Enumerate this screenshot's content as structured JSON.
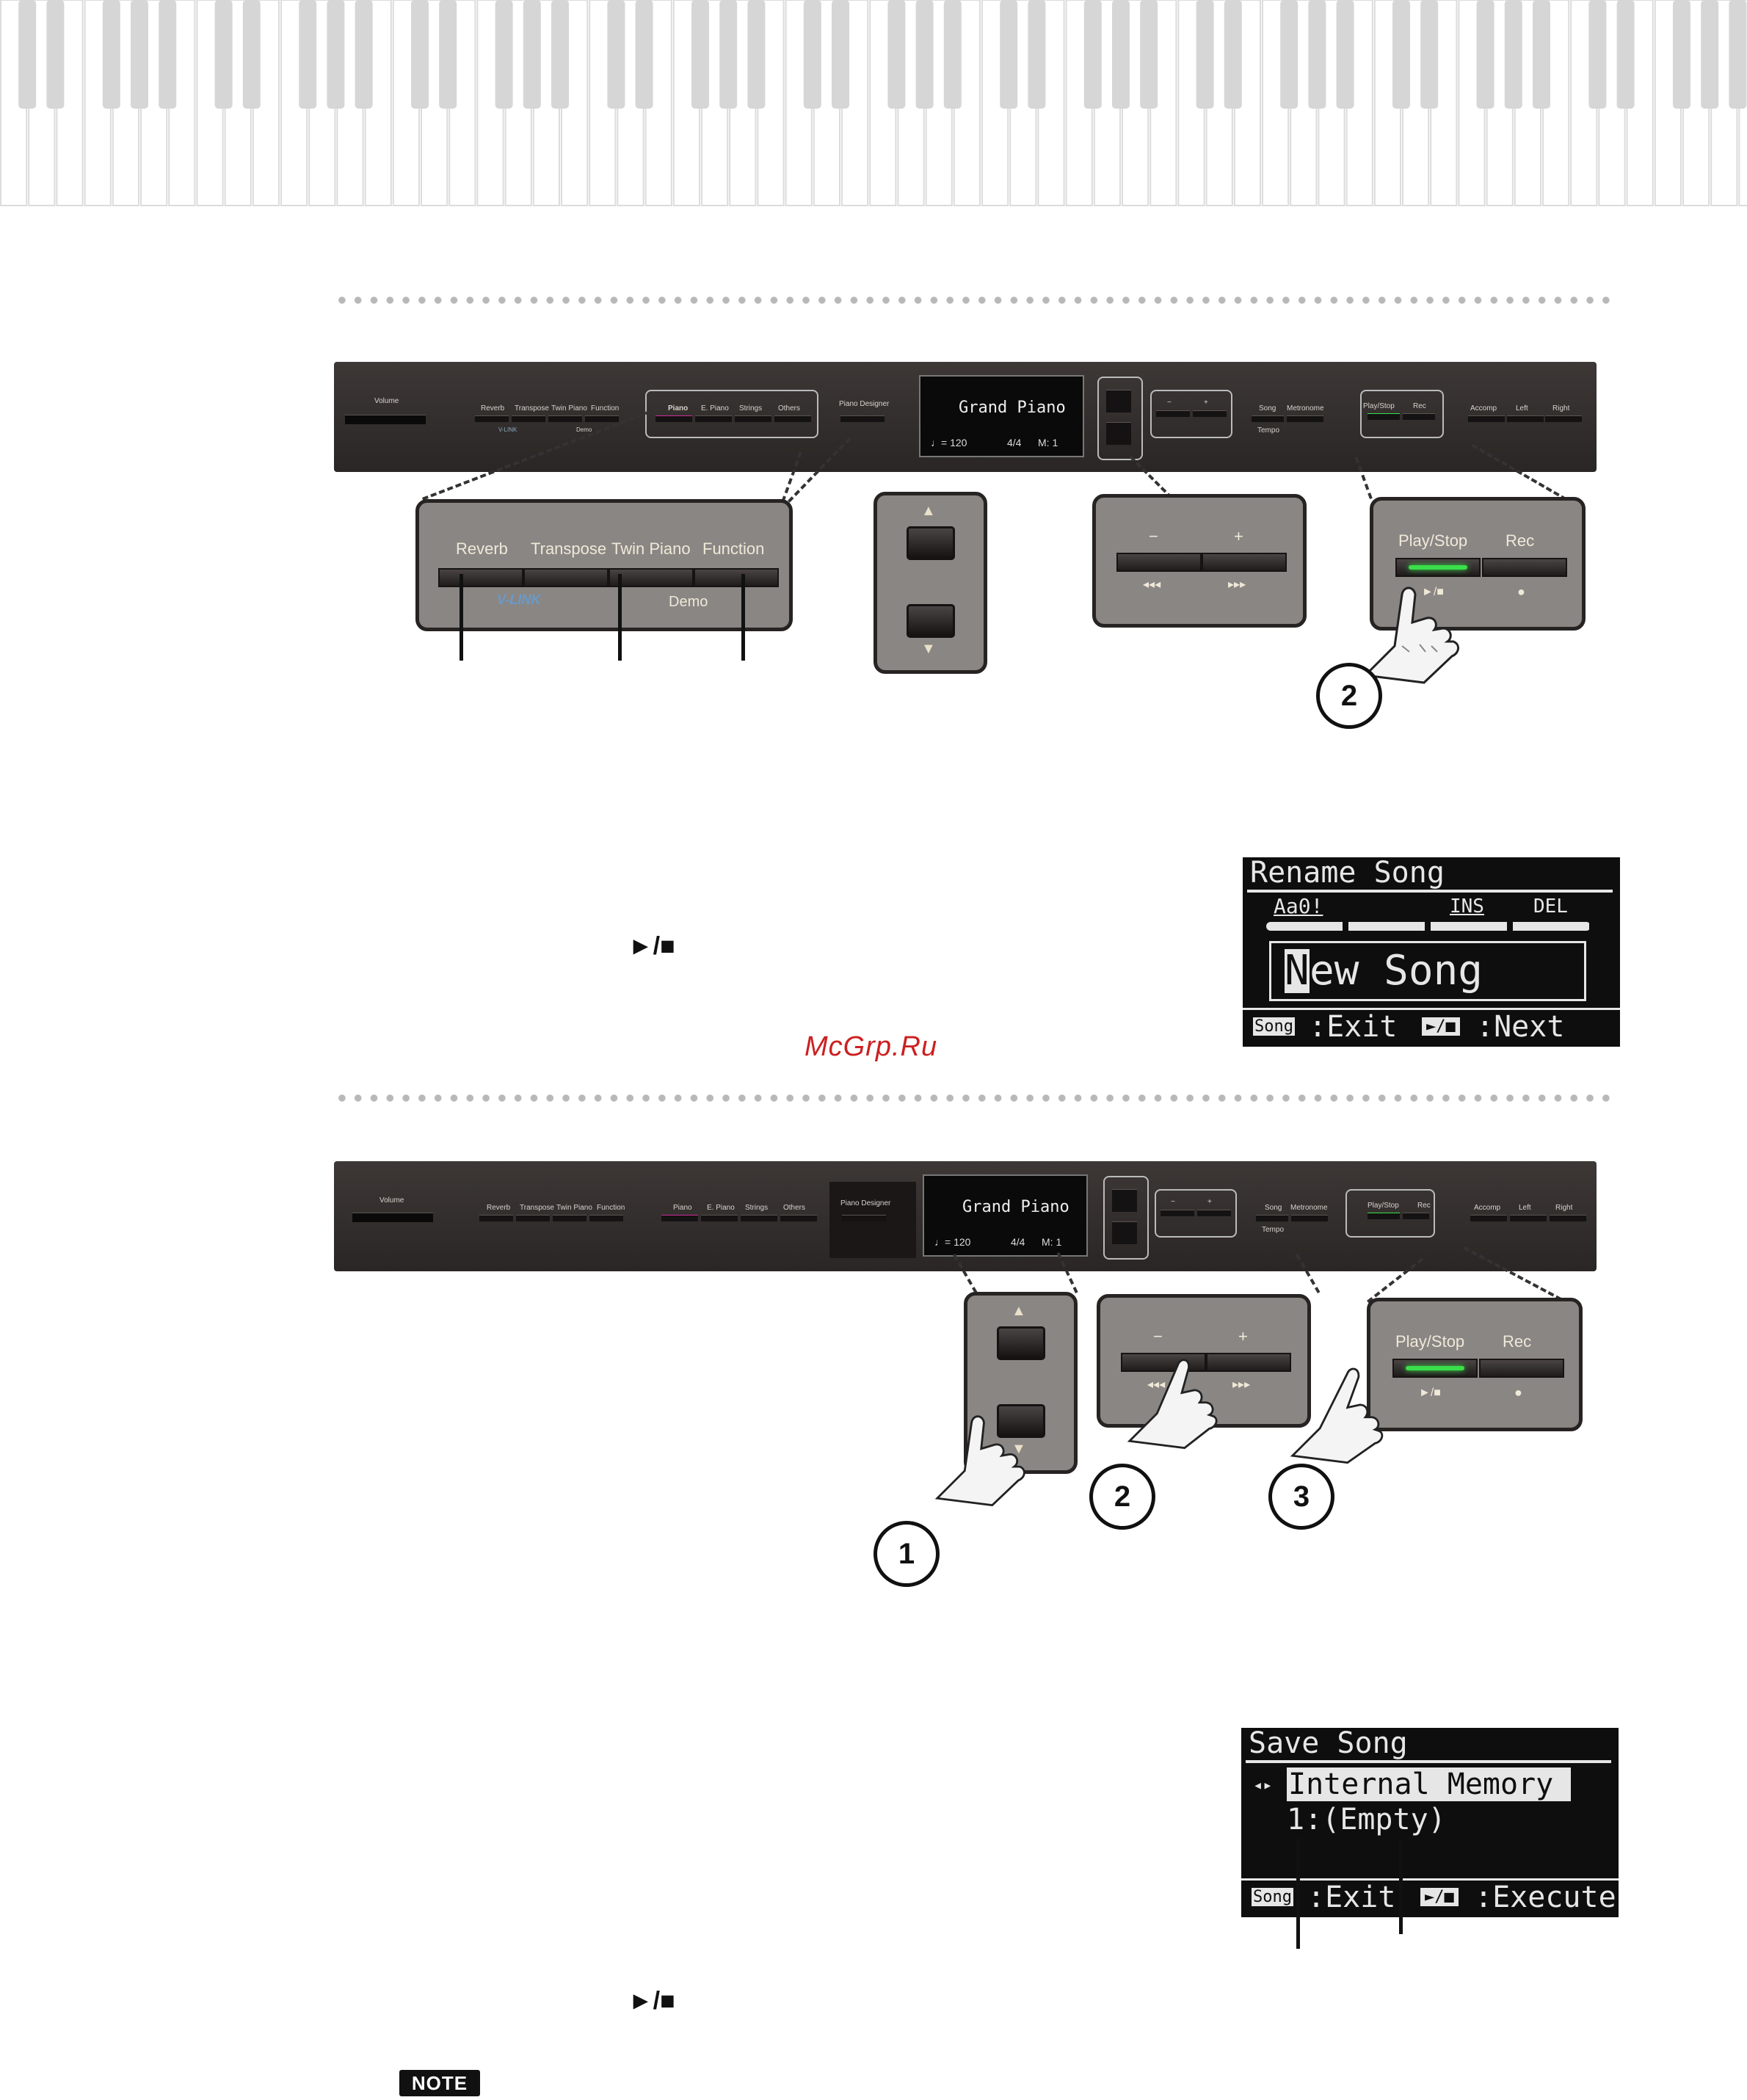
{
  "panel": {
    "volume": "Volume",
    "reverb": "Reverb",
    "transpose": "Transpose",
    "twin_piano": "Twin Piano",
    "function": "Function",
    "vlink": "V-LINK",
    "demo": "Demo",
    "piano": "Piano",
    "epiano": "E. Piano",
    "strings": "Strings",
    "others": "Others",
    "piano_designer": "Piano Designer",
    "display_tone": "Grand Piano",
    "display_tempo": "♩= 120",
    "display_beat": "4/4",
    "display_measure": "M:  1",
    "minus": "−",
    "plus": "+",
    "song": "Song",
    "metronome": "Metronome",
    "tempo": "Tempo",
    "play_stop": "Play/Stop",
    "rec": "Rec",
    "accomp": "Accomp",
    "left": "Left",
    "right": "Right"
  },
  "callouts": {
    "reverb": "Reverb",
    "transpose": "Transpose",
    "twin_piano": "Twin Piano",
    "function": "Function",
    "vlink": "V-LINK",
    "demo": "Demo",
    "minus": "−",
    "plus": "+",
    "rew": "◂◂◂",
    "ff": "▸▸▸",
    "play_stop": "Play/Stop",
    "rec": "Rec",
    "play_symbol": "►/■",
    "rec_symbol": "●",
    "up": "▲",
    "down": "▼"
  },
  "steps": {
    "fig1_step2": "2",
    "fig2_step1": "1",
    "fig2_step2": "2",
    "fig2_step3": "3"
  },
  "rename_screen": {
    "title": "Rename Song",
    "tab1": "Aa0!",
    "tab3": "INS",
    "tab4": "DEL",
    "name_cursor": "N",
    "name_rest": "ew Song",
    "left_key": "Song",
    "left_action": ":Exit",
    "right_key": "►/■",
    "right_action": ":Next"
  },
  "save_screen": {
    "title": "Save Song",
    "arrows": "◂▸",
    "destination": "Internal Memory",
    "slot": "1:(Empty)",
    "left_key": "Song",
    "left_action": ":Exit",
    "right_key": "►/■",
    "right_action": ":Execute"
  },
  "body": {
    "play_symbol_1": "►/■",
    "watermark": "McGrp.Ru",
    "play_symbol_2": "►/■",
    "note_label": "NOTE"
  },
  "colors": {
    "panel": "#2e2a29",
    "callout": "#8a8684",
    "lcd": "#0e0e0e",
    "watermark": "#cc2020",
    "green_led": "#3adf4a"
  }
}
